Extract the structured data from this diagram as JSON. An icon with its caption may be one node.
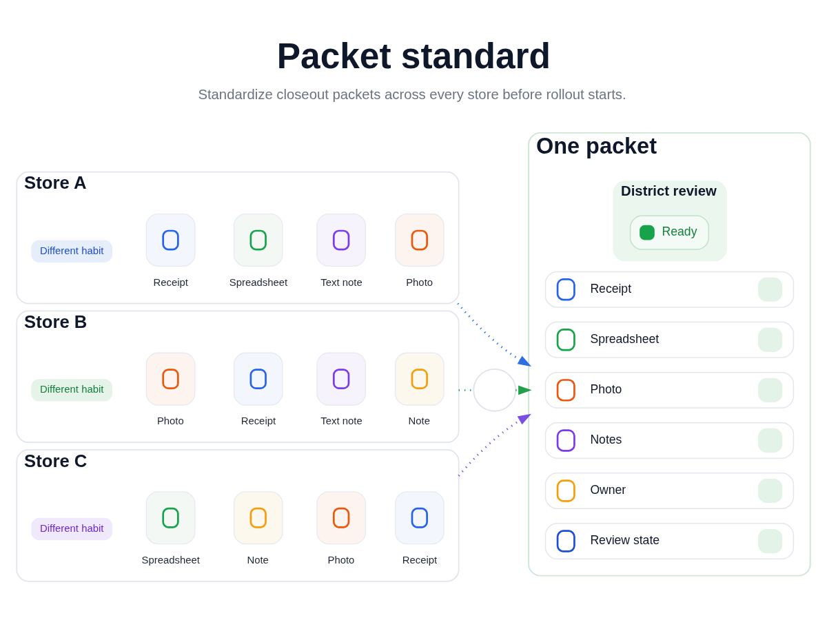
{
  "diagram": {
    "title": "Packet standard",
    "caption": "Standardize closeout packets across every store before rollout starts.",
    "nodes": [
      {
        "text": [
          "Store A"
        ]
      },
      {
        "text": [
          "Different habit"
        ],
        "in": 0
      },
      {
        "text": [
          "Receipt"
        ],
        "in": 0
      },
      {
        "text": [
          "Spreadsheet"
        ],
        "in": 0
      },
      {
        "text": [
          "Text note"
        ],
        "in": 0
      },
      {
        "text": [
          "Photo"
        ],
        "in": 0
      },
      {
        "text": [
          "Store B"
        ]
      },
      {
        "text": [
          "Different habit"
        ],
        "in": 6
      },
      {
        "text": [
          "Photo"
        ],
        "in": 6
      },
      {
        "text": [
          "Receipt"
        ],
        "in": 6
      },
      {
        "text": [
          "Text note"
        ],
        "in": 6
      },
      {
        "text": [
          "Note"
        ],
        "in": 6
      },
      {
        "text": [
          "Store C"
        ]
      },
      {
        "text": [
          "Different habit"
        ],
        "in": 12
      },
      {
        "text": [
          "Spreadsheet"
        ],
        "in": 12
      },
      {
        "text": [
          "Note"
        ],
        "in": 12
      },
      {
        "text": [
          "Photo"
        ],
        "in": 12
      },
      {
        "text": [
          "Receipt"
        ],
        "in": 12
      },
      {
        "text": [],
        "shape": "circle"
      },
      {
        "text": [
          "One packet"
        ]
      },
      {
        "text": [
          "Receipt"
        ],
        "in": 19
      },
      {
        "text": [
          "Spreadsheet"
        ],
        "in": 19
      },
      {
        "text": [
          "Photo"
        ],
        "in": 19
      },
      {
        "text": [
          "Notes"
        ],
        "in": 19
      },
      {
        "text": [
          "Owner"
        ],
        "in": 19
      },
      {
        "text": [
          "Review state"
        ],
        "in": 19
      },
      {
        "text": [
          "District review"
        ],
        "in": 19
      },
      {
        "text": [
          "Ready"
        ],
        "in": 26
      }
    ],
    "edges": [
      {
        "from": 0,
        "to": 19,
        "arrow": "to",
        "style": "dashed",
        "color": "#2f6fe4"
      },
      {
        "from": 6,
        "to": 18,
        "arrow": "none",
        "style": "dashed",
        "color": "#22a04b"
      },
      {
        "from": 18,
        "to": 19,
        "arrow": "to",
        "style": "dashed",
        "color": "#22a04b"
      },
      {
        "from": 12,
        "to": 19,
        "arrow": "to",
        "style": "dashed",
        "color": "#7b4fe0"
      }
    ]
  }
}
